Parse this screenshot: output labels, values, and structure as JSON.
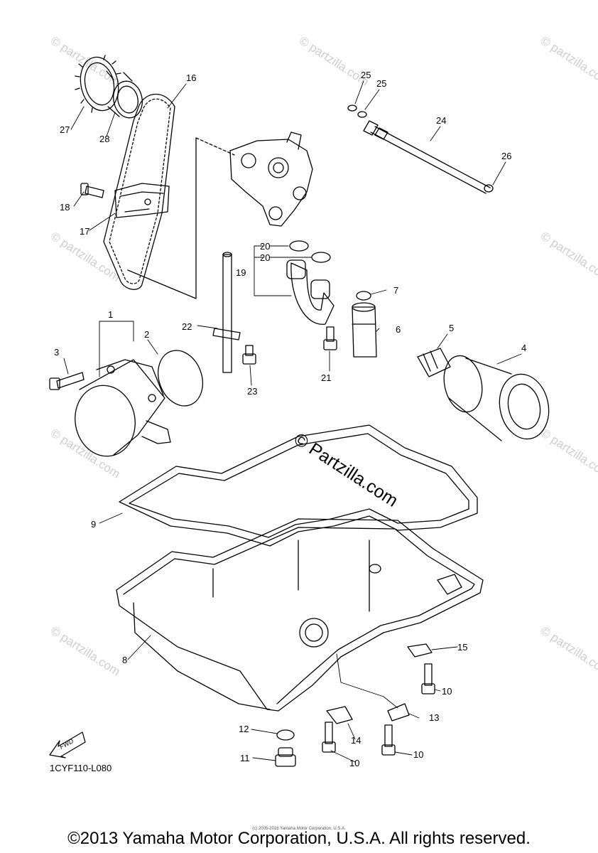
{
  "diagram": {
    "watermark": "© Partzilla.com",
    "watermark_repeat": "© partzilla.com",
    "document_code": "1CYF110-L080",
    "fwd_label": "FWD",
    "tiny_copyright": "(c) 2005-2016 Yamaha Motor Corporation, U.S.A.",
    "footer_copyright": "©2013 Yamaha Motor Corporation, U.S.A. All rights reserved.",
    "callouts": [
      {
        "id": "callout-1",
        "label": "1"
      },
      {
        "id": "callout-2",
        "label": "2"
      },
      {
        "id": "callout-3",
        "label": "3"
      },
      {
        "id": "callout-4",
        "label": "4"
      },
      {
        "id": "callout-5",
        "label": "5"
      },
      {
        "id": "callout-6",
        "label": "6"
      },
      {
        "id": "callout-7",
        "label": "7"
      },
      {
        "id": "callout-8",
        "label": "8"
      },
      {
        "id": "callout-9",
        "label": "9"
      },
      {
        "id": "callout-10a",
        "label": "10"
      },
      {
        "id": "callout-10b",
        "label": "10"
      },
      {
        "id": "callout-10c",
        "label": "10"
      },
      {
        "id": "callout-11",
        "label": "11"
      },
      {
        "id": "callout-12",
        "label": "12"
      },
      {
        "id": "callout-13",
        "label": "13"
      },
      {
        "id": "callout-14",
        "label": "14"
      },
      {
        "id": "callout-15",
        "label": "15"
      },
      {
        "id": "callout-16",
        "label": "16"
      },
      {
        "id": "callout-17",
        "label": "17"
      },
      {
        "id": "callout-18",
        "label": "18"
      },
      {
        "id": "callout-19",
        "label": "19"
      },
      {
        "id": "callout-20a",
        "label": "20"
      },
      {
        "id": "callout-20b",
        "label": "20"
      },
      {
        "id": "callout-21",
        "label": "21"
      },
      {
        "id": "callout-22",
        "label": "22"
      },
      {
        "id": "callout-23",
        "label": "23"
      },
      {
        "id": "callout-24",
        "label": "24"
      },
      {
        "id": "callout-25a",
        "label": "25"
      },
      {
        "id": "callout-25b",
        "label": "25"
      },
      {
        "id": "callout-26",
        "label": "26"
      },
      {
        "id": "callout-27",
        "label": "27"
      },
      {
        "id": "callout-28",
        "label": "28"
      }
    ]
  }
}
